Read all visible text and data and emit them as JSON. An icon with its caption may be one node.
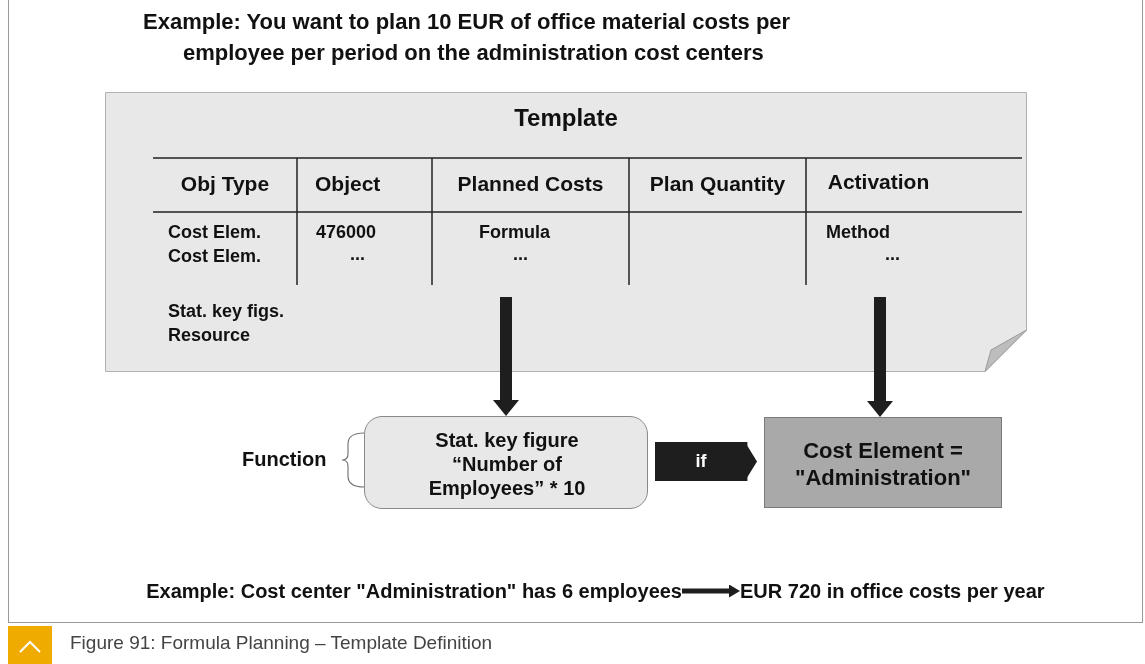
{
  "diagram": {
    "title": "Example: You want to plan 10 EUR of office material costs per employee per period on the administration cost centers",
    "caption": "Figure 91: Formula Planning – Template Definition",
    "nodes": [
      {
        "text": [
          "Template"
        ]
      },
      {
        "text": [
          "Stat. key figure “Number of Employees” * 10"
        ],
        "beside": [
          "Function"
        ]
      },
      {
        "text": [
          "Cost Element = \"Administration\""
        ]
      },
      {
        "text": [
          "Example: Cost center \"Administration\" has 6 employees"
        ]
      },
      {
        "text": [
          "EUR 720 in office costs per year"
        ]
      }
    ],
    "edges": [
      {
        "from": 0,
        "to": 1,
        "arrow": "to"
      },
      {
        "from": 0,
        "to": 2,
        "arrow": "to"
      },
      {
        "from": 1,
        "to": 2,
        "arrow": "to",
        "label": "if",
        "style": "thick"
      },
      {
        "from": 3,
        "to": 4,
        "arrow": "to"
      }
    ],
    "labels": [
      "Obj Type",
      "Object",
      "Planned Costs",
      "Plan Quantity",
      "Activation",
      "Cost Elem.",
      "476000",
      "Formula",
      "Method",
      "Cost Elem.",
      "...",
      "...",
      "...",
      "Stat. key figs.",
      "Resource"
    ]
  }
}
